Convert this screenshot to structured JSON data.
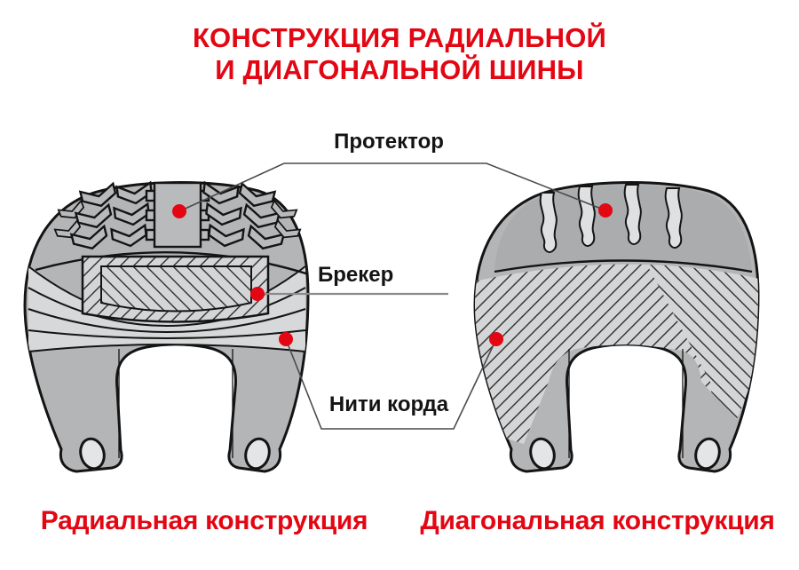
{
  "title": {
    "line1": "КОНСТРУКЦИЯ РАДИАЛЬНОЙ",
    "line2": "И ДИАГОНАЛЬНОЙ ШИНЫ"
  },
  "annotations": {
    "tread_label": "Протектор",
    "breaker_label": "Брекер",
    "cords_label": "Нити корда"
  },
  "captions": {
    "left": "Радиальная конструкция",
    "right": "Диагональная конструкция"
  },
  "colors": {
    "accent_red": "#e30613",
    "marker_red": "#e30613",
    "tire_body_gray": "#b3b5b7",
    "tread_band_dark_gray": "#aaacae",
    "light_band_gray": "#d7d8d9",
    "hatch_fill_gray": "#d4d5d6",
    "groove_light_gray": "#dfe0e1",
    "outline_black": "#141414",
    "leader_gray": "#8a8a8a"
  }
}
